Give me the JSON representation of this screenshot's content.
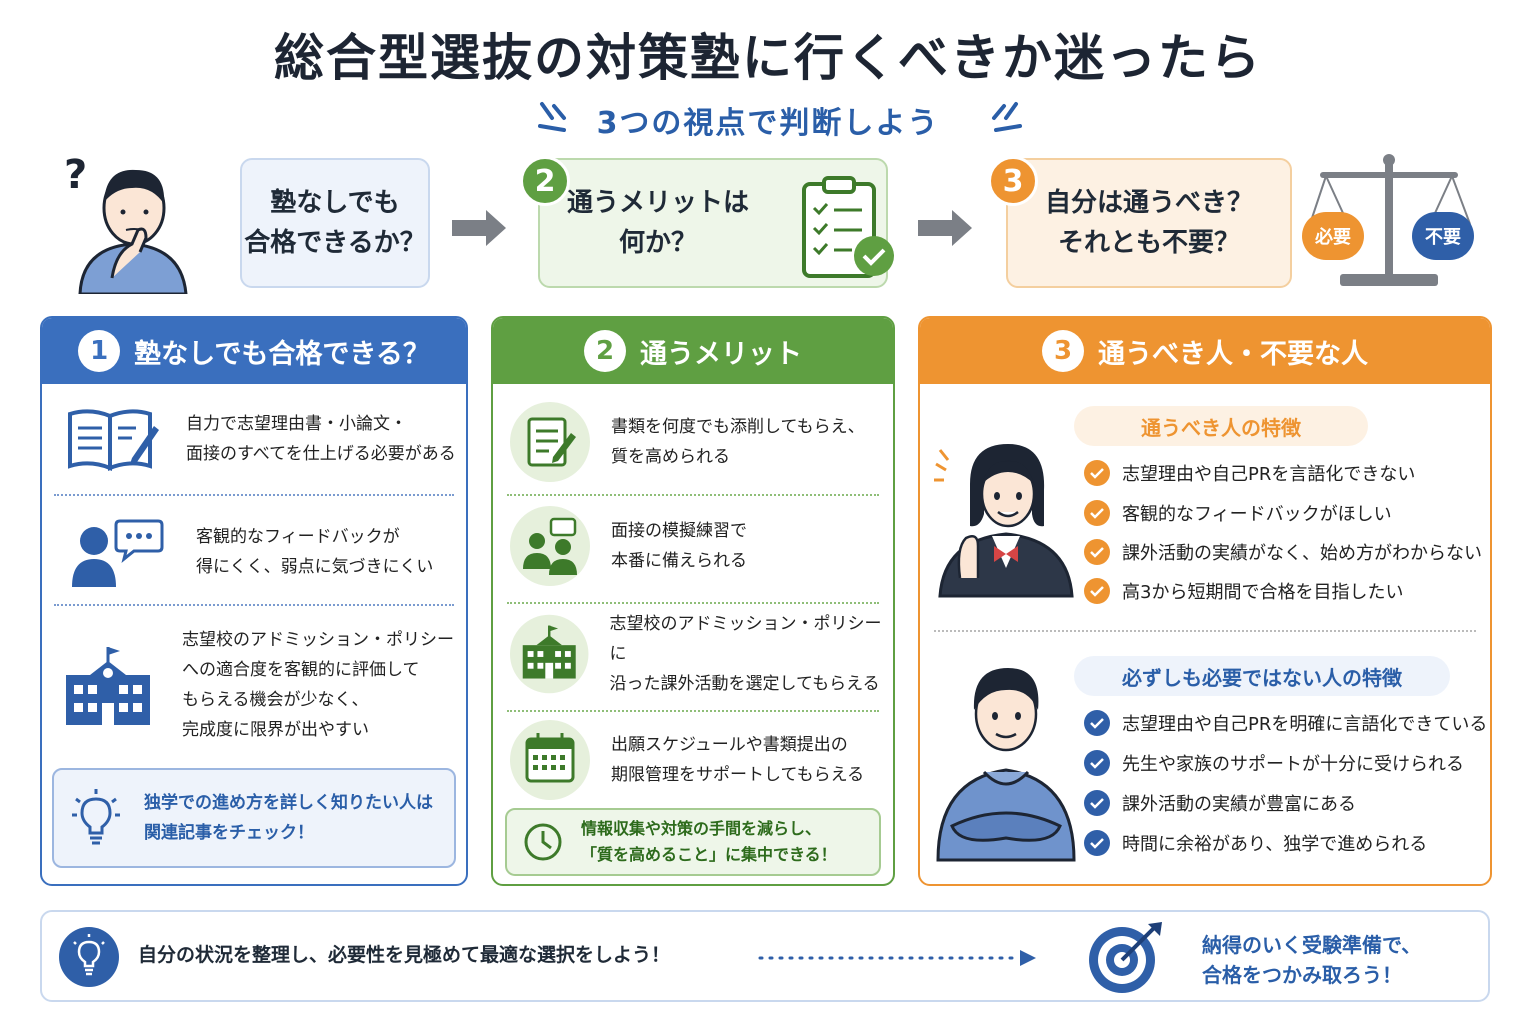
{
  "title": "総合型選抜の対策塾に行くべきか迷ったら",
  "subtitle": "3つの視点で判断しよう",
  "steps": [
    {
      "num": "",
      "text": "塾なしでも\n合格できるか？"
    },
    {
      "num": "2",
      "text": "通うメリットは\n何か？"
    },
    {
      "num": "3",
      "text": "自分は通うべき？\nそれとも不要？"
    }
  ],
  "scale": {
    "left_label": "必要",
    "right_label": "不要"
  },
  "panel1": {
    "num": "1",
    "title": "塾なしでも合格できる？",
    "items": [
      {
        "icon": "book-pen-icon",
        "text": "自力で志望理由書・小論文・\n面接のすべてを仕上げる必要がある"
      },
      {
        "icon": "person-chat-icon",
        "text": "客観的なフィードバックが\n得にくく、弱点に気づきにくい"
      },
      {
        "icon": "school-building-icon",
        "text": "志望校のアドミッション・ポリシー\nへの適合度を客観的に評価して\nもらえる機会が少なく、\n完成度に限界が出やすい"
      }
    ],
    "tip": {
      "icon": "lightbulb-icon",
      "text": "独学での進め方を詳しく知りたい人は\n関連記事をチェック！"
    }
  },
  "panel2": {
    "num": "2",
    "title": "通うメリット",
    "items": [
      {
        "icon": "document-pen-icon",
        "text": "書類を何度でも添削してもらえ、\n質を高められる"
      },
      {
        "icon": "people-chat-icon",
        "text": "面接の模擬練習で\n本番に備えられる"
      },
      {
        "icon": "school-building-icon",
        "text": "志望校のアドミッション・ポリシーに\n沿った課外活動を選定してもらえる"
      },
      {
        "icon": "calendar-icon",
        "text": "出願スケジュールや書類提出の\n期限管理をサポートしてもらえる"
      }
    ],
    "tip": {
      "icon": "clock-icon",
      "text": "情報収集や対策の手間を減らし、\n「質を高めること」に集中できる！"
    }
  },
  "panel3": {
    "num": "3",
    "title": "通うべき人・不要な人",
    "should": {
      "label": "通うべき人の特徴",
      "items": [
        "志望理由や自己PRを言語化できない",
        "客観的なフィードバックがほしい",
        "課外活動の実績がなく、始め方がわからない",
        "高3から短期間で合格を目指したい"
      ]
    },
    "not_needed": {
      "label": "必ずしも必要ではない人の特徴",
      "items": [
        "志望理由や自己PRを明確に言語化できている",
        "先生や家族のサポートが十分に受けられる",
        "課外活動の実績が豊富にある",
        "時間に余裕があり、独学で進められる"
      ]
    }
  },
  "bottom": {
    "left_text": "自分の状況を整理し、必要性を見極めて最適な選択をしよう！",
    "right_text": "納得のいく受験準備で、\n合格をつかみ取ろう！"
  },
  "colors": {
    "blue": "#3a6fbe",
    "green": "#5f9f42",
    "orange": "#ee9431",
    "dark": "#1d2533"
  }
}
